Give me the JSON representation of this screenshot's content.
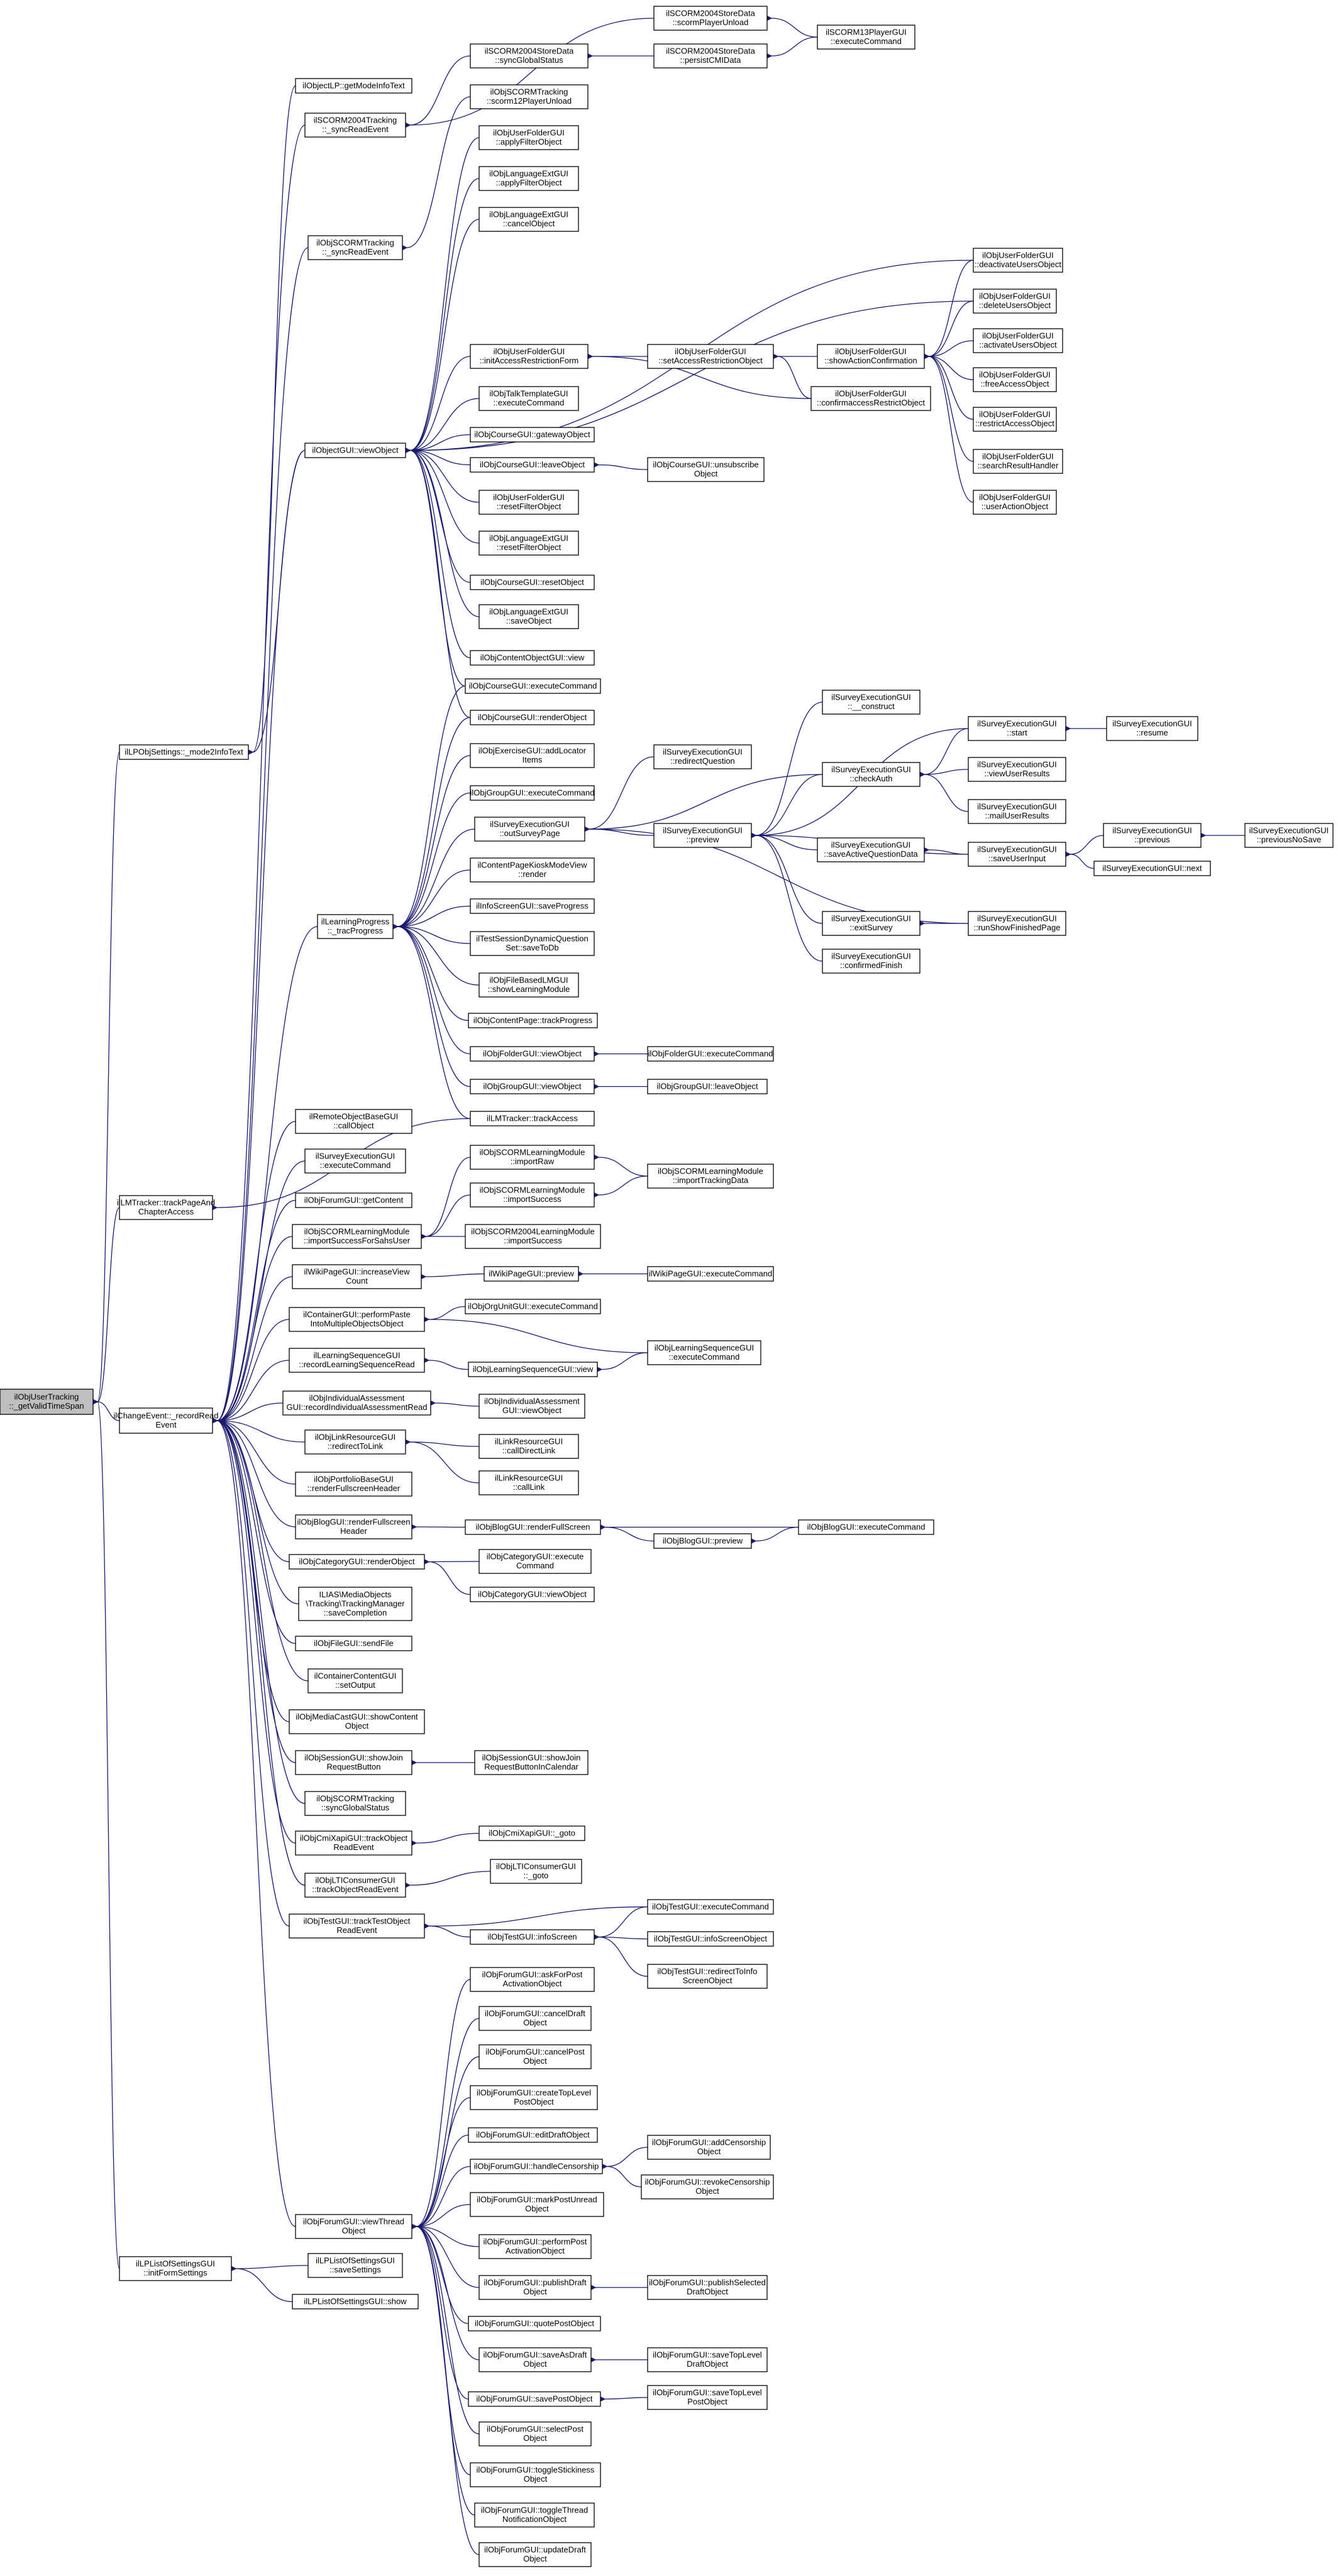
{
  "graph": {
    "kind": "caller-graph",
    "colors": {
      "edge": "#191970",
      "node_border": "#000000",
      "node_fill": "#ffffff",
      "root_fill": "#bfbfbf",
      "background": "#ffffff"
    },
    "nodes": [
      {
        "id": "root",
        "lines": [
          "ilObjUserTracking",
          "::_getValidTimeSpan"
        ],
        "root": true
      },
      {
        "id": "lpobj_mode2info",
        "lines": [
          "ilLPObjSettings::_mode2InfoText"
        ]
      },
      {
        "id": "lmtracker_trackpage",
        "lines": [
          "ilLMTracker::trackPageAnd",
          "ChapterAccess"
        ]
      },
      {
        "id": "changeevent_record",
        "lines": [
          "ilChangeEvent::_recordRead",
          "Event"
        ]
      },
      {
        "id": "lplist_initform",
        "lines": [
          "ilLPListOfSettingsGUI",
          "::initFormSettings"
        ]
      },
      {
        "id": "objlp_getmodeinfo",
        "lines": [
          "ilObjectLP::getModeInfoText"
        ]
      },
      {
        "id": "scorm2004tracking_syncread",
        "lines": [
          "ilSCORM2004Tracking",
          "::_syncReadEvent"
        ]
      },
      {
        "id": "scorm2004store_scormunload",
        "lines": [
          "ilSCORM2004StoreData",
          "::scormPlayerUnload"
        ]
      },
      {
        "id": "scorm2004store_syncglobal",
        "lines": [
          "ilSCORM2004StoreData",
          "::syncGlobalStatus"
        ]
      },
      {
        "id": "scorm13_exec",
        "lines": [
          "ilSCORM13PlayerGUI",
          "::executeCommand"
        ]
      },
      {
        "id": "scorm2004store_persist",
        "lines": [
          "ilSCORM2004StoreData",
          "::persistCMIData"
        ]
      },
      {
        "id": "objscormtracking_syncread",
        "lines": [
          "ilObjSCORMTracking",
          "::_syncReadEvent"
        ]
      },
      {
        "id": "objscormtracking_scorm12unload",
        "lines": [
          "ilObjSCORMTracking",
          "::scorm12PlayerUnload"
        ]
      },
      {
        "id": "objuserfolder_applyfilter",
        "lines": [
          "ilObjUserFolderGUI",
          "::applyFilterObject"
        ]
      },
      {
        "id": "objlangext_applyfilter",
        "lines": [
          "ilObjLanguageExtGUI",
          "::applyFilterObject"
        ]
      },
      {
        "id": "objlangext_cancel",
        "lines": [
          "ilObjLanguageExtGUI",
          "::cancelObject"
        ]
      },
      {
        "id": "objectgui_view",
        "lines": [
          "ilObjectGUI::viewObject"
        ]
      },
      {
        "id": "objuserfolder_deactivate",
        "lines": [
          "ilObjUserFolderGUI",
          "::deactivateUsersObject"
        ]
      },
      {
        "id": "objuserfolder_delete",
        "lines": [
          "ilObjUserFolderGUI",
          "::deleteUsersObject"
        ]
      },
      {
        "id": "objuserfolder_initaccess",
        "lines": [
          "ilObjUserFolderGUI",
          "::initAccessRestrictionForm"
        ]
      },
      {
        "id": "objuserfolder_setaccess",
        "lines": [
          "ilObjUserFolderGUI",
          "::setAccessRestrictionObject"
        ]
      },
      {
        "id": "objuserfolder_showaction",
        "lines": [
          "ilObjUserFolderGUI",
          "::showActionConfirmation"
        ]
      },
      {
        "id": "objuserfolder_activate",
        "lines": [
          "ilObjUserFolderGUI",
          "::activateUsersObject"
        ]
      },
      {
        "id": "objuserfolder_confirmaccess",
        "lines": [
          "ilObjUserFolderGUI",
          "::confirmaccessRestrictObject"
        ]
      },
      {
        "id": "objuserfolder_free",
        "lines": [
          "ilObjUserFolderGUI",
          "::freeAccessObject"
        ]
      },
      {
        "id": "objuserfolder_restrict",
        "lines": [
          "ilObjUserFolderGUI",
          "::restrictAccessObject"
        ]
      },
      {
        "id": "objtalktemplate_exec",
        "lines": [
          "ilObjTalkTemplateGUI",
          "::executeCommand"
        ]
      },
      {
        "id": "objcourse_gateway",
        "lines": [
          "ilObjCourseGUI::gatewayObject"
        ]
      },
      {
        "id": "objcourse_leave",
        "lines": [
          "ilObjCourseGUI::leaveObject"
        ]
      },
      {
        "id": "objcourse_unsubscribe",
        "lines": [
          "ilObjCourseGUI::unsubscribe",
          "Object"
        ]
      },
      {
        "id": "objuserfolder_searchresult",
        "lines": [
          "ilObjUserFolderGUI",
          "::searchResultHandler"
        ]
      },
      {
        "id": "objuserfolder_resetfilter",
        "lines": [
          "ilObjUserFolderGUI",
          "::resetFilterObject"
        ]
      },
      {
        "id": "objuserfolder_useraction",
        "lines": [
          "ilObjUserFolderGUI",
          "::userActionObject"
        ]
      },
      {
        "id": "objlangext_resetfilter",
        "lines": [
          "ilObjLanguageExtGUI",
          "::resetFilterObject"
        ]
      },
      {
        "id": "objcourse_reset",
        "lines": [
          "ilObjCourseGUI::resetObject"
        ]
      },
      {
        "id": "objlangext_save",
        "lines": [
          "ilObjLanguageExtGUI",
          "::saveObject"
        ]
      },
      {
        "id": "objcontentobj_view",
        "lines": [
          "ilObjContentObjectGUI::view"
        ]
      },
      {
        "id": "objcourse_exec",
        "lines": [
          "ilObjCourseGUI::executeCommand"
        ]
      },
      {
        "id": "objcourse_render",
        "lines": [
          "ilObjCourseGUI::renderObject"
        ]
      },
      {
        "id": "objexercise_addlocator",
        "lines": [
          "ilObjExerciseGUI::addLocator",
          "Items"
        ]
      },
      {
        "id": "objgroup_exec",
        "lines": [
          "ilObjGroupGUI::executeCommand"
        ]
      },
      {
        "id": "surveyexec_outsurvey",
        "lines": [
          "ilSurveyExecutionGUI",
          "::outSurveyPage"
        ]
      },
      {
        "id": "surveyexec_redirect",
        "lines": [
          "ilSurveyExecutionGUI",
          "::redirectQuestion"
        ]
      },
      {
        "id": "surveyexec_preview",
        "lines": [
          "ilSurveyExecutionGUI",
          "::preview"
        ]
      },
      {
        "id": "surveyexec_construct",
        "lines": [
          "ilSurveyExecutionGUI",
          "::__construct"
        ]
      },
      {
        "id": "surveyexec_checkauth",
        "lines": [
          "ilSurveyExecutionGUI",
          "::checkAuth"
        ]
      },
      {
        "id": "surveyexec_start",
        "lines": [
          "ilSurveyExecutionGUI",
          "::start"
        ]
      },
      {
        "id": "surveyexec_resume",
        "lines": [
          "ilSurveyExecutionGUI",
          "::resume"
        ]
      },
      {
        "id": "surveyexec_viewuser",
        "lines": [
          "ilSurveyExecutionGUI",
          "::viewUserResults"
        ]
      },
      {
        "id": "surveyexec_mailuser",
        "lines": [
          "ilSurveyExecutionGUI",
          "::mailUserResults"
        ]
      },
      {
        "id": "surveyexec_saveactive",
        "lines": [
          "ilSurveyExecutionGUI",
          "::saveActiveQuestionData"
        ]
      },
      {
        "id": "surveyexec_saveuserinput",
        "lines": [
          "ilSurveyExecutionGUI",
          "::saveUserInput"
        ]
      },
      {
        "id": "surveyexec_previous",
        "lines": [
          "ilSurveyExecutionGUI",
          "::previous"
        ]
      },
      {
        "id": "surveyexec_previousnosave",
        "lines": [
          "ilSurveyExecutionGUI",
          "::previousNoSave"
        ]
      },
      {
        "id": "surveyexec_next",
        "lines": [
          "ilSurveyExecutionGUI::next"
        ]
      },
      {
        "id": "surveyexec_exit",
        "lines": [
          "ilSurveyExecutionGUI",
          "::exitSurvey"
        ]
      },
      {
        "id": "surveyexec_runshow",
        "lines": [
          "ilSurveyExecutionGUI",
          "::runShowFinishedPage"
        ]
      },
      {
        "id": "surveyexec_confirmed",
        "lines": [
          "ilSurveyExecutionGUI",
          "::confirmedFinish"
        ]
      },
      {
        "id": "contentpagekiosk_render",
        "lines": [
          "ilContentPageKioskModeView",
          "::render"
        ]
      },
      {
        "id": "learningprogress_track",
        "lines": [
          "ilLearningProgress",
          "::_tracProgress"
        ]
      },
      {
        "id": "infoscreen_saveprogress",
        "lines": [
          "ilInfoScreenGUI::saveProgress"
        ]
      },
      {
        "id": "testsession_savetodb",
        "lines": [
          "ilTestSessionDynamicQuestion",
          "Set::saveToDb"
        ]
      },
      {
        "id": "objfilebased_showlm",
        "lines": [
          "ilObjFileBasedLMGUI",
          "::showLearningModule"
        ]
      },
      {
        "id": "objcontentpage_track",
        "lines": [
          "ilObjContentPage::trackProgress"
        ]
      },
      {
        "id": "objfolder_view",
        "lines": [
          "ilObjFolderGUI::viewObject"
        ]
      },
      {
        "id": "objfolder_exec",
        "lines": [
          "ilObjFolderGUI::executeCommand"
        ]
      },
      {
        "id": "objgroup_view",
        "lines": [
          "ilObjGroupGUI::viewObject"
        ]
      },
      {
        "id": "objgroup_leave",
        "lines": [
          "ilObjGroupGUI::leaveObject"
        ]
      },
      {
        "id": "lmtracker_trackaccess",
        "lines": [
          "ilLMTracker::trackAccess"
        ]
      },
      {
        "id": "remoteobj_call",
        "lines": [
          "ilRemoteObjectBaseGUI",
          "::callObject"
        ]
      },
      {
        "id": "surveyexec_exec",
        "lines": [
          "ilSurveyExecutionGUI",
          "::executeCommand"
        ]
      },
      {
        "id": "objforum_getcontent",
        "lines": [
          "ilObjForumGUI::getContent"
        ]
      },
      {
        "id": "objscormlm_importraw",
        "lines": [
          "ilObjSCORMLearningModule",
          "::importRaw"
        ]
      },
      {
        "id": "objscormlm_importtracking",
        "lines": [
          "ilObjSCORMLearningModule",
          "::importTrackingData"
        ]
      },
      {
        "id": "objscormlm_importsuccess",
        "lines": [
          "ilObjSCORMLearningModule",
          "::importSuccess"
        ]
      },
      {
        "id": "objscormlm_importsuccesssahs",
        "lines": [
          "ilObjSCORMLearningModule",
          "::importSuccessForSahsUser"
        ]
      },
      {
        "id": "objscorm2004lm_importsuccess",
        "lines": [
          "ilObjSCORM2004LearningModule",
          "::importSuccess"
        ]
      },
      {
        "id": "wikipage_increaseview",
        "lines": [
          "ilWikiPageGUI::increaseView",
          "Count"
        ]
      },
      {
        "id": "wikipage_preview",
        "lines": [
          "ilWikiPageGUI::preview"
        ]
      },
      {
        "id": "wikipage_exec",
        "lines": [
          "ilWikiPageGUI::executeCommand"
        ]
      },
      {
        "id": "containergui_perform",
        "lines": [
          "ilContainerGUI::performPaste",
          "IntoMultipleObjectsObject"
        ]
      },
      {
        "id": "objorgunit_exec",
        "lines": [
          "ilObjOrgUnitGUI::executeCommand"
        ]
      },
      {
        "id": "learningseq_record",
        "lines": [
          "ilLearningSequenceGUI",
          "::recordLearningSequenceRead"
        ]
      },
      {
        "id": "objlearningseq_exec",
        "lines": [
          "ilObjLearningSequenceGUI",
          "::executeCommand"
        ]
      },
      {
        "id": "objlearningseq_view",
        "lines": [
          "ilObjLearningSequenceGUI::view"
        ]
      },
      {
        "id": "indivassess_record",
        "lines": [
          "ilObjIndividualAssessment",
          "GUI::recordIndividualAssessmentRead"
        ]
      },
      {
        "id": "objindivassess_view",
        "lines": [
          "ilObjIndividualAssessment",
          "GUI::viewObject"
        ]
      },
      {
        "id": "objlinkres_redirect",
        "lines": [
          "ilObjLinkResourceGUI",
          "::redirectToLink"
        ]
      },
      {
        "id": "linkres_calldirect",
        "lines": [
          "ilLinkResourceGUI",
          "::callDirectLink"
        ]
      },
      {
        "id": "linkres_calllink",
        "lines": [
          "ilLinkResourceGUI",
          "::callLink"
        ]
      },
      {
        "id": "objportfoliobase_render",
        "lines": [
          "ilObjPortfolioBaseGUI",
          "::renderFullscreenHeader"
        ]
      },
      {
        "id": "objblog_renderfullheader",
        "lines": [
          "ilObjBlogGUI::renderFullscreen",
          "Header"
        ]
      },
      {
        "id": "objblog_renderfull",
        "lines": [
          "ilObjBlogGUI::renderFullScreen"
        ]
      },
      {
        "id": "objblog_exec",
        "lines": [
          "ilObjBlogGUI::executeCommand"
        ]
      },
      {
        "id": "objblog_preview",
        "lines": [
          "ilObjBlogGUI::preview"
        ]
      },
      {
        "id": "objcategory_render",
        "lines": [
          "ilObjCategoryGUI::renderObject"
        ]
      },
      {
        "id": "objcategory_exec",
        "lines": [
          "ilObjCategoryGUI::execute",
          "Command"
        ]
      },
      {
        "id": "objcategory_view",
        "lines": [
          "ilObjCategoryGUI::viewObject"
        ]
      },
      {
        "id": "iliasmedia_save",
        "lines": [
          "ILIAS\\MediaObjects",
          "\\Tracking\\TrackingManager",
          "::saveCompletion"
        ]
      },
      {
        "id": "objfile_sendfile",
        "lines": [
          "ilObjFileGUI::sendFile"
        ]
      },
      {
        "id": "containercontent_setoutput",
        "lines": [
          "ilContainerContentGUI",
          "::setOutput"
        ]
      },
      {
        "id": "objmediacast_show",
        "lines": [
          "ilObjMediaCastGUI::showContent",
          "Object"
        ]
      },
      {
        "id": "objsession_showjoin",
        "lines": [
          "ilObjSessionGUI::showJoin",
          "RequestButton"
        ]
      },
      {
        "id": "objsession_showjoincal",
        "lines": [
          "ilObjSessionGUI::showJoin",
          "RequestButtonInCalendar"
        ]
      },
      {
        "id": "objscormtracking_syncglobal",
        "lines": [
          "ilObjSCORMTracking",
          "::syncGlobalStatus"
        ]
      },
      {
        "id": "objcmixapi_track",
        "lines": [
          "ilObjCmiXapiGUI::trackObject",
          "ReadEvent"
        ]
      },
      {
        "id": "objcmixapi_goto",
        "lines": [
          "ilObjCmiXapiGUI::_goto"
        ]
      },
      {
        "id": "objlti_track",
        "lines": [
          "ilObjLTIConsumerGUI",
          "::trackObjectReadEvent"
        ]
      },
      {
        "id": "objlti_goto",
        "lines": [
          "ilObjLTIConsumerGUI",
          "::_goto"
        ]
      },
      {
        "id": "objtest_exec",
        "lines": [
          "ilObjTestGUI::executeCommand"
        ]
      },
      {
        "id": "objtest_track",
        "lines": [
          "ilObjTestGUI::trackTestObject",
          "ReadEvent"
        ]
      },
      {
        "id": "objtest_infoscreen",
        "lines": [
          "ilObjTestGUI::infoScreen"
        ]
      },
      {
        "id": "objtest_infoscreenobj",
        "lines": [
          "ilObjTestGUI::infoScreenObject"
        ]
      },
      {
        "id": "objtest_redirectinfo",
        "lines": [
          "ilObjTestGUI::redirectToInfo",
          "ScreenObject"
        ]
      },
      {
        "id": "objforum_askfor",
        "lines": [
          "ilObjForumGUI::askForPost",
          "ActivationObject"
        ]
      },
      {
        "id": "objforum_canceldraft",
        "lines": [
          "ilObjForumGUI::cancelDraft",
          "Object"
        ]
      },
      {
        "id": "objforum_cancelpost",
        "lines": [
          "ilObjForumGUI::cancelPost",
          "Object"
        ]
      },
      {
        "id": "objforum_createtop",
        "lines": [
          "ilObjForumGUI::createTopLevel",
          "PostObject"
        ]
      },
      {
        "id": "objforum_editdraft",
        "lines": [
          "ilObjForumGUI::editDraftObject"
        ]
      },
      {
        "id": "objforum_handlecensor",
        "lines": [
          "ilObjForumGUI::handleCensorship"
        ]
      },
      {
        "id": "objforum_addcensor",
        "lines": [
          "ilObjForumGUI::addCensorship",
          "Object"
        ]
      },
      {
        "id": "objforum_revokecensor",
        "lines": [
          "ilObjForumGUI::revokeCensorship",
          "Object"
        ]
      },
      {
        "id": "objforum_markunread",
        "lines": [
          "ilObjForumGUI::markPostUnread",
          "Object"
        ]
      },
      {
        "id": "objforum_performpost",
        "lines": [
          "ilObjForumGUI::performPost",
          "ActivationObject"
        ]
      },
      {
        "id": "objforum_viewthread",
        "lines": [
          "ilObjForumGUI::viewThread",
          "Object"
        ]
      },
      {
        "id": "lplist_savesettings",
        "lines": [
          "ilLPListOfSettingsGUI",
          "::saveSettings"
        ]
      },
      {
        "id": "lplist_show",
        "lines": [
          "ilLPListOfSettingsGUI::show"
        ]
      },
      {
        "id": "objforum_publishdraft",
        "lines": [
          "ilObjForumGUI::publishDraft",
          "Object"
        ]
      },
      {
        "id": "objforum_publishselected",
        "lines": [
          "ilObjForumGUI::publishSelected",
          "DraftObject"
        ]
      },
      {
        "id": "objforum_quotepost",
        "lines": [
          "ilObjForumGUI::quotePostObject"
        ]
      },
      {
        "id": "objforum_saveasdraft",
        "lines": [
          "ilObjForumGUI::saveAsDraft",
          "Object"
        ]
      },
      {
        "id": "objforum_savetopdraft",
        "lines": [
          "ilObjForumGUI::saveTopLevel",
          "DraftObject"
        ]
      },
      {
        "id": "objforum_savepost",
        "lines": [
          "ilObjForumGUI::savePostObject"
        ]
      },
      {
        "id": "objforum_savetoppost",
        "lines": [
          "ilObjForumGUI::saveTopLevel",
          "PostObject"
        ]
      },
      {
        "id": "objforum_selectpost",
        "lines": [
          "ilObjForumGUI::selectPost",
          "Object"
        ]
      },
      {
        "id": "objforum_togglesticky",
        "lines": [
          "ilObjForumGUI::toggleStickiness",
          "Object"
        ]
      },
      {
        "id": "objforum_togglethread",
        "lines": [
          "ilObjForumGUI::toggleThread",
          "NotificationObject"
        ]
      },
      {
        "id": "objforum_updatedraft",
        "lines": [
          "ilObjForumGUI::updateDraft",
          "Object"
        ]
      }
    ]
  }
}
